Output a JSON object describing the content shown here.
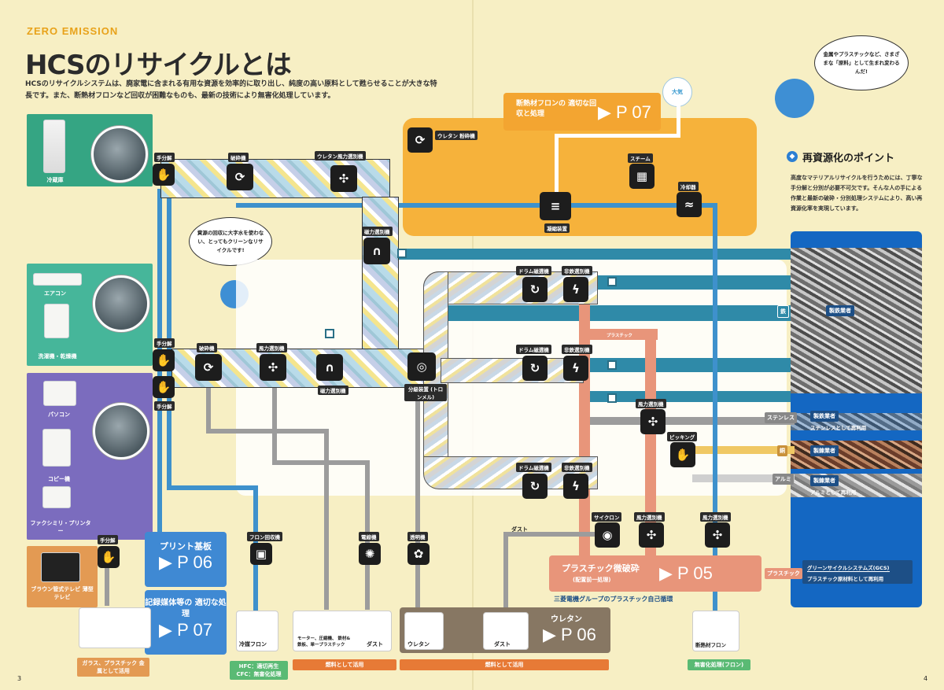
{
  "header": {
    "eyebrow": "ZERO EMISSION",
    "title": "HCSのリサイクルとは",
    "intro": "HCSのリサイクルシステムは、廃家電に含まれる有用な資源を効率的に取り出し、純度の高い原料として甦らせることが大きな特長です。また、断熱材フロンなど回収が困難なものも、最新の技術により無害化処理しています。"
  },
  "categories": {
    "fridge": {
      "label": "冷蔵庫"
    },
    "ac": {
      "label": "エアコン",
      "label2": "洗濯機・乾燥機"
    },
    "pc": {
      "label": "パソコン",
      "label2": "コピー機",
      "label3": "ファクシミリ・プリンター"
    },
    "tv": {
      "label": "ブラウン管式テレビ 薄型テレビ"
    }
  },
  "process_labels": {
    "hand1": "手分解",
    "crusher1": "破砕機",
    "urethane_sep": "ウレタン風力選別機",
    "urethane_crusher": "ウレタン 粉砕機",
    "hand2": "手分解",
    "crusher2": "破砕機",
    "wind2": "風力選別機",
    "magnet2": "磁力選別機",
    "magnet1": "磁力選別機",
    "hand3": "手分解",
    "splitter": "分級装置 (トロンメル)",
    "drum1": "ドラム磁選機",
    "eddy1": "非鉄選別機",
    "drum2": "ドラム磁選機",
    "eddy2": "非鉄選別機",
    "drum3": "ドラム磁選機",
    "eddy3": "非鉄選別機",
    "wind3": "風力選別機",
    "picking": "ピッキング",
    "cyclone": "サイクロン",
    "wind4": "風力選別機",
    "wind5": "風力選別機",
    "condenser": "凝縮装置",
    "steam": "スチーム",
    "cooler": "冷却器",
    "hand_tv": "手分解",
    "fron_collect": "フロン回収機",
    "electrode": "電線機",
    "sieve": "透明機",
    "air": "大気"
  },
  "speech": {
    "top": "金属やプラスチックなど、さまざまな「原料」として生まれ変わるんだ!",
    "middle": "資源の回収に大字水を使わない、とってもクリーンなリサイクルです!"
  },
  "fron_box": {
    "title": "断熱材フロンの 適切な回収と処理",
    "ref": "P 07"
  },
  "point": {
    "title": "再資源化のポイント",
    "text": "高度なマテリアルリサイクルを行うためには、丁寧な手分解と分別が必要不可欠です。そんな人の手による作業と最新の破砕・分別処理システムにより、高い再資源化率を実現しています。"
  },
  "materials": {
    "iron": "鉄",
    "iron_label": "製鉄業者",
    "stainless": "ステンレス",
    "stainless_label": "製鉄業者",
    "stainless_sub": "ステンレスとして再利用",
    "copper": "銅",
    "copper_label": "製錬業者",
    "aluminum": "アルミ",
    "aluminum_label": "製錬業者",
    "aluminum_sub": "アルミとして再利用",
    "plastic_tag": "プラスチック",
    "green": "グリーンサイクルシステムズ(GCS)",
    "green_sub": "プラスチック原材料として再利用",
    "plastic_mini": "プラスチック"
  },
  "destinations": {
    "print": {
      "label": "プリント基板",
      "ref": "P 06"
    },
    "media": {
      "label": "記録媒体等の 適切な処理",
      "ref": "P 07"
    },
    "plastic": {
      "label": "プラスチック微破砕",
      "sub": "(配置前一処理)",
      "ref": "P 05"
    },
    "plastic_group": "三菱電機グループのプラスチック自己循環",
    "urethane": {
      "label": "ウレタン",
      "ref": "P 06"
    }
  },
  "outputs": {
    "glass": "ガラス、プラスチック 金属として活用",
    "fron": "冷媒フロン",
    "fron_caption": "HFC：適切再生 CFC：無害化処理",
    "motor": "モーター、圧縮機、 鉄材&鉄板、単一プラスチック",
    "dust": "ダスト",
    "fuel_caption": "燃料として活用",
    "urethane": "ウレタン",
    "dust2": "ダスト",
    "fuel_caption2": "燃料として活用",
    "insulation": "断熱材フロン",
    "insulation_caption": "無害化処理(フロン)",
    "dust_label": "ダスト"
  },
  "page": {
    "left": "3",
    "right": "4"
  }
}
